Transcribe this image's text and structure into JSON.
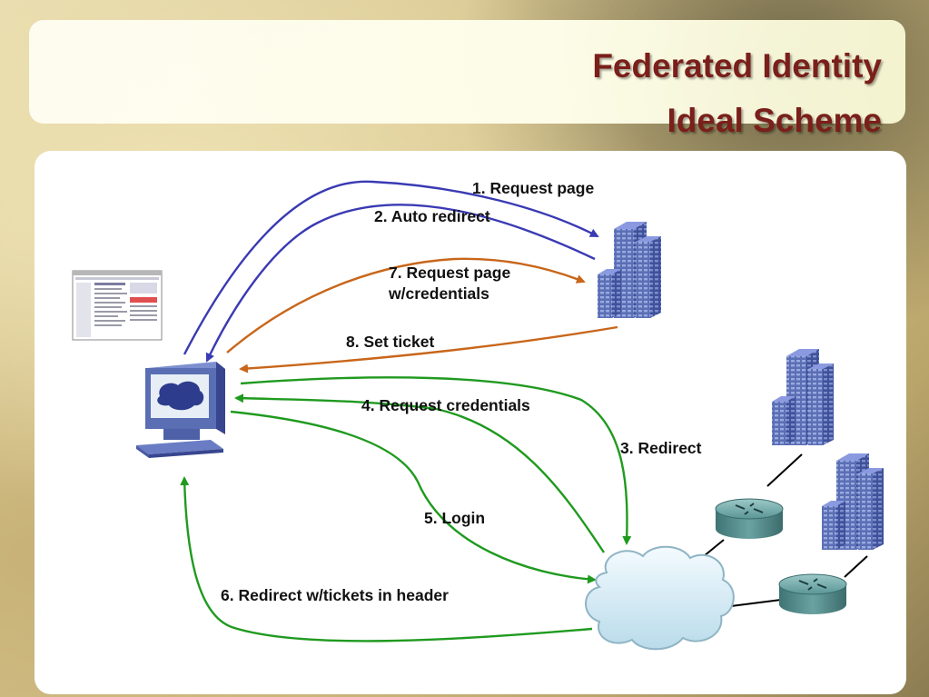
{
  "title": {
    "line1": "Federated Identity",
    "line2": "Ideal Scheme"
  },
  "steps": {
    "s1": "1. Request page",
    "s2": "2. Auto redirect",
    "s3": "3. Redirect",
    "s4": "4. Request credentials",
    "s5": "5. Login",
    "s6": "6. Redirect w/tickets in header",
    "s7a": "7. Request page",
    "s7b": "w/credentials",
    "s8": "8. Set ticket"
  },
  "colors": {
    "title": "#7a1f1a",
    "arrow_blue": "#3a3ab4",
    "arrow_orange": "#c8661a",
    "arrow_green": "#1f9a1f",
    "building": "#5a6eb4",
    "router": "#4f8c8c"
  },
  "icons": [
    "web-browser-icon",
    "workstation-icon",
    "web-server-building-icon",
    "identity-server-building-icon",
    "router-icon",
    "internet-cloud-icon"
  ]
}
